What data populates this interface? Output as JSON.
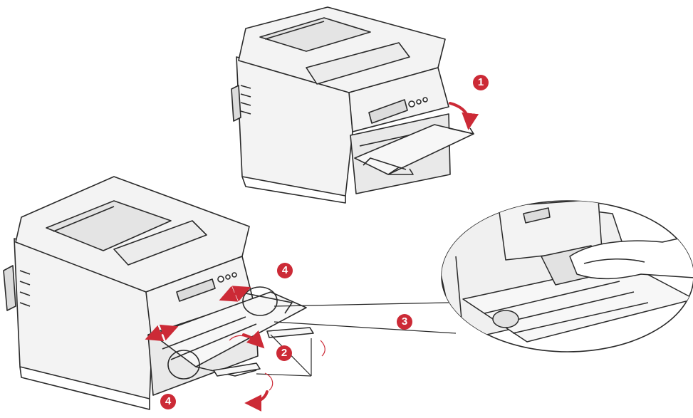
{
  "colors": {
    "line": "#2a2a2a",
    "body_fill": "#f3f3f3",
    "shade": "#d9d9d9",
    "accent": "#cc2a36"
  },
  "callouts": {
    "step1": "1",
    "step2": "2",
    "step3": "3",
    "step4_upper": "4",
    "step4_lower": "4"
  }
}
